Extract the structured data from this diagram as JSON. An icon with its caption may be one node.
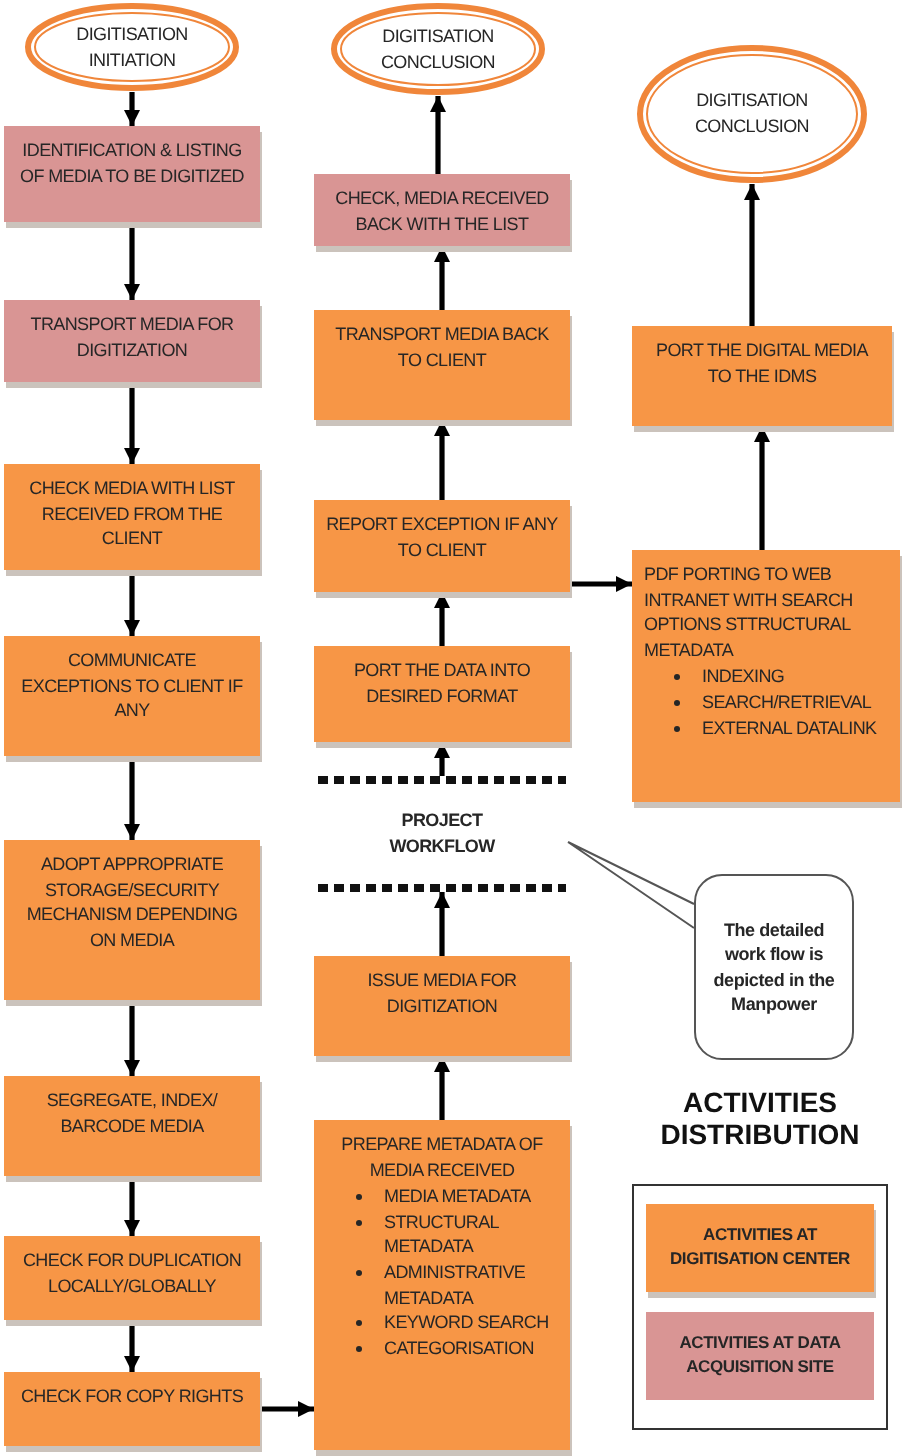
{
  "diagram": {
    "nodes": [
      {
        "text": [
          "DIGITISATION INITIATION"
        ]
      },
      {
        "text": [
          "IDENTIFICATION & LISTING OF MEDIA TO BE DIGITIZED"
        ]
      },
      {
        "text": [
          "TRANSPORT MEDIA FOR DIGITIZATION"
        ]
      },
      {
        "text": [
          "CHECK MEDIA WITH LIST RECEIVED FROM THE CLIENT"
        ]
      },
      {
        "text": [
          "COMMUNICATE EXCEPTIONS TO CLIENT IF ANY"
        ]
      },
      {
        "text": [
          "ADOPT APPROPRIATE STORAGE/SECURITY MECHANISM DEPENDING ON MEDIA"
        ]
      },
      {
        "text": [
          "SEGREGATE, INDEX/ BARCODE MEDIA"
        ]
      },
      {
        "text": [
          "CHECK FOR DUPLICATION LOCALLY/GLOBALLY"
        ]
      },
      {
        "text": [
          "CHECK FOR COPY RIGHTS"
        ]
      },
      {
        "text": [
          "PREPARE METADATA OF MEDIA RECEIVED",
          "MEDIA METADATA",
          "STRUCTURAL METADATA",
          "ADMINISTRATIVE METADATA",
          "KEYWORD SEARCH",
          "CATEGORISATION"
        ]
      },
      {
        "text": [
          "ISSUE MEDIA FOR DIGITIZATION"
        ]
      },
      {
        "text": [
          "PROJECT WORKFLOW"
        ]
      },
      {
        "text": [
          "PORT THE DATA INTO DESIRED FORMAT"
        ]
      },
      {
        "text": [
          "REPORT EXCEPTION IF ANY TO CLIENT"
        ]
      },
      {
        "text": [
          "TRANSPORT MEDIA BACK TO CLIENT"
        ]
      },
      {
        "text": [
          "CHECK, MEDIA RECEIVED BACK WITH THE LIST"
        ]
      },
      {
        "text": [
          "DIGITISATION CONCLUSION"
        ]
      },
      {
        "text": [
          "PDF PORTING TO WEB INTRANET WITH SEARCH OPTIONS STTRUCTURAL METADATA",
          "INDEXING",
          "SEARCH/RETRIEVAL",
          "EXTERNAL DATALINK"
        ]
      },
      {
        "text": [
          "PORT THE DIGITAL MEDIA TO THE IDMS"
        ]
      },
      {
        "text": [
          "DIGITISATION CONCLUSION"
        ]
      },
      {
        "text": [
          "The detailed work flow is depicted in the Manpower"
        ]
      }
    ],
    "edges": [
      {
        "from": 0,
        "to": 1,
        "arrow": "to"
      },
      {
        "from": 1,
        "to": 2,
        "arrow": "to"
      },
      {
        "from": 2,
        "to": 3,
        "arrow": "to"
      },
      {
        "from": 3,
        "to": 4,
        "arrow": "to"
      },
      {
        "from": 4,
        "to": 5,
        "arrow": "to"
      },
      {
        "from": 5,
        "to": 6,
        "arrow": "to"
      },
      {
        "from": 6,
        "to": 7,
        "arrow": "to"
      },
      {
        "from": 7,
        "to": 8,
        "arrow": "to"
      },
      {
        "from": 8,
        "to": 9,
        "arrow": "to"
      },
      {
        "from": 9,
        "to": 10,
        "arrow": "to"
      },
      {
        "from": 10,
        "to": 11,
        "arrow": "to"
      },
      {
        "from": 11,
        "to": 12,
        "arrow": "to"
      },
      {
        "from": 12,
        "to": 13,
        "arrow": "to"
      },
      {
        "from": 13,
        "to": 14,
        "arrow": "to"
      },
      {
        "from": 14,
        "to": 15,
        "arrow": "to"
      },
      {
        "from": 15,
        "to": 16,
        "arrow": "to"
      },
      {
        "from": 13,
        "to": 17,
        "arrow": "to"
      },
      {
        "from": 17,
        "to": 18,
        "arrow": "to"
      },
      {
        "from": 18,
        "to": 19,
        "arrow": "to"
      },
      {
        "from": 20,
        "to": 11,
        "arrow": "none",
        "color": "#555555"
      }
    ],
    "labels": [
      "ACTIVITIES DISTRIBUTION"
    ],
    "legend": [
      {
        "text": "ACTIVITIES AT DIGITISATION CENTER",
        "color": "#f79646"
      },
      {
        "text": "ACTIVITIES AT DATA ACQUISITION SITE",
        "color": "#d99594"
      }
    ]
  }
}
